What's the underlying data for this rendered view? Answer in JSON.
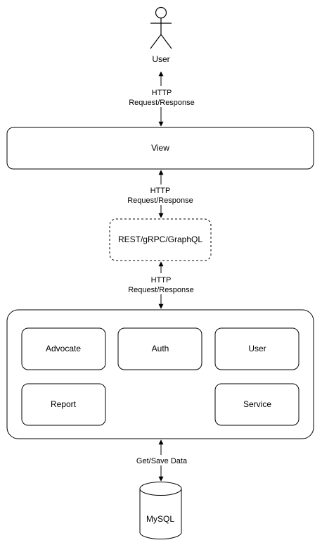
{
  "actor": {
    "label": "User"
  },
  "edges": {
    "user_view": {
      "line1": "HTTP",
      "line2": "Request/Response"
    },
    "view_api": {
      "line1": "HTTP",
      "line2": "Request/Response"
    },
    "api_backend": {
      "line1": "HTTP",
      "line2": "Request/Response"
    },
    "backend_db": {
      "label": "Get/Save Data"
    }
  },
  "view": {
    "label": "View"
  },
  "api": {
    "label": "REST/gRPC/GraphQL"
  },
  "backend": {
    "modules": [
      {
        "label": "Advocate"
      },
      {
        "label": "Auth"
      },
      {
        "label": "User"
      },
      {
        "label": "Report"
      },
      {
        "label": "Service"
      }
    ]
  },
  "database": {
    "label": "MySQL"
  },
  "colors": {
    "stroke": "#000000",
    "fill": "#ffffff",
    "text": "#000000"
  }
}
